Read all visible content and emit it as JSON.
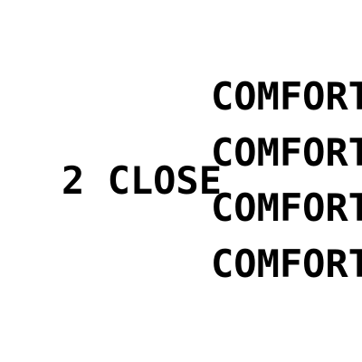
{
  "left": {
    "text": "2 CLOSE"
  },
  "right": {
    "items": [
      "COMFORT",
      "COMFORT",
      "COMFORT",
      "COMFORT"
    ]
  }
}
